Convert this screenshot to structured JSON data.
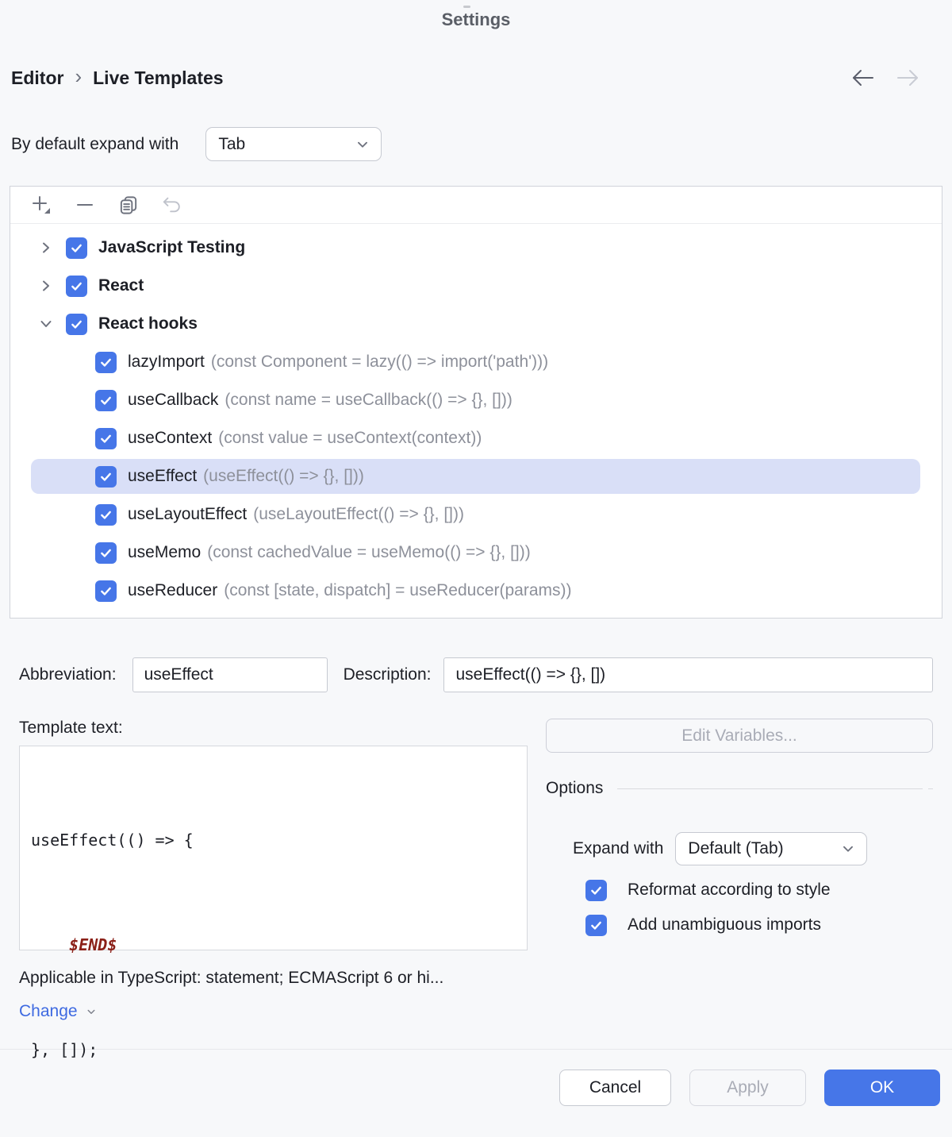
{
  "window": {
    "title": "Settings"
  },
  "nav": {
    "back_icon": "arrow-left",
    "forward_icon": "arrow-right"
  },
  "breadcrumb": {
    "items": [
      "Editor",
      "Live Templates"
    ],
    "separator": "›"
  },
  "default_expand": {
    "label": "By default expand with",
    "value": "Tab"
  },
  "toolbar": {
    "icons": [
      "add-icon",
      "remove-icon",
      "duplicate-icon",
      "undo-icon"
    ]
  },
  "tree": {
    "rows": [
      {
        "type": "group",
        "expanded": false,
        "checked": true,
        "name": "JavaScript Testing",
        "desc": ""
      },
      {
        "type": "group",
        "expanded": false,
        "checked": true,
        "name": "React",
        "desc": ""
      },
      {
        "type": "group",
        "expanded": true,
        "checked": true,
        "name": "React hooks",
        "desc": ""
      },
      {
        "type": "child",
        "checked": true,
        "name": "lazyImport",
        "desc": "(const Component = lazy(() => import('path')))"
      },
      {
        "type": "child",
        "checked": true,
        "name": "useCallback",
        "desc": "(const name = useCallback(() => {}, []))"
      },
      {
        "type": "child",
        "checked": true,
        "name": "useContext",
        "desc": "(const value = useContext(context))"
      },
      {
        "type": "child",
        "checked": true,
        "selected": true,
        "name": "useEffect",
        "desc": "(useEffect(() => {}, []))"
      },
      {
        "type": "child",
        "checked": true,
        "name": "useLayoutEffect",
        "desc": "(useLayoutEffect(() => {}, []))"
      },
      {
        "type": "child",
        "checked": true,
        "name": "useMemo",
        "desc": "(const cachedValue = useMemo(() => {}, []))"
      },
      {
        "type": "child",
        "checked": true,
        "name": "useReducer",
        "desc": "(const [state, dispatch] = useReducer(params))"
      }
    ]
  },
  "fields": {
    "abbreviation_label": "Abbreviation:",
    "abbreviation_value": "useEffect",
    "description_label": "Description:",
    "description_value": "useEffect(() => {}, [])"
  },
  "template": {
    "label": "Template text:",
    "lines": [
      "useEffect(() => {",
      "    $END$",
      "}, []);"
    ]
  },
  "options": {
    "edit_variables_label": "Edit Variables...",
    "header": "Options",
    "expand_with_label": "Expand with",
    "expand_with_value": "Default (Tab)",
    "checkboxes": [
      {
        "label": "Reformat according to style",
        "checked": true
      },
      {
        "label": "Add unambiguous imports",
        "checked": true
      }
    ]
  },
  "context": {
    "applicable": "Applicable in TypeScript: statement; ECMAScript 6 or hi...",
    "change_label": "Change"
  },
  "footer": {
    "cancel": "Cancel",
    "apply": "Apply",
    "ok": "OK"
  },
  "colors": {
    "accent": "#4676E8",
    "selection": "#D9DFF7",
    "link": "#3E6AE1",
    "template_variable": "#8B2018",
    "background": "#F7F8FA"
  }
}
